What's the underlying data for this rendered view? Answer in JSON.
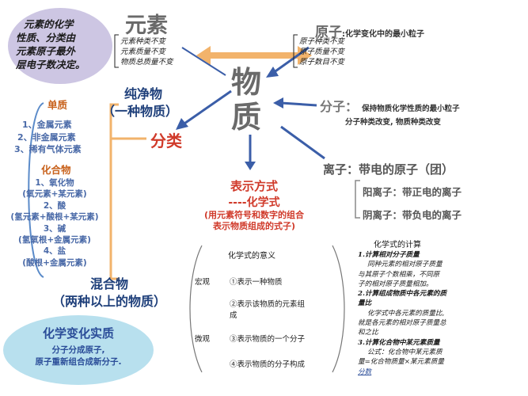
{
  "top_left_note": {
    "lines": [
      "元素的化学",
      "性质、分类由",
      "元素原子最外",
      "层电子数决定。"
    ]
  },
  "element": {
    "title": "元素",
    "facts": [
      "元素种类不变",
      "元素质量不变",
      "物质总质量不变"
    ]
  },
  "atom": {
    "title": "原子",
    "desc": ":化学变化中的最小粒子",
    "facts": [
      "原子种类不变",
      "原子质量不变",
      "原子数目不变"
    ]
  },
  "matter": {
    "line1": "物",
    "line2": "质"
  },
  "molecule": {
    "title": "分子：",
    "desc": "保持物质化学性质的最小粒子",
    "note": "分子种类改变, 物质种类改变"
  },
  "ion": {
    "title": "离子：带电的原子（团）",
    "cation": "阳离子：带正电的离子",
    "anion": "阴离子：带负电的离子"
  },
  "pure": {
    "line1": "纯净物",
    "line2": "（一种物质）"
  },
  "classify": "分类",
  "elemental": {
    "title": "单质",
    "items": [
      "1、金属元素",
      "2、非金属元素",
      "3、稀有气体元素"
    ]
  },
  "compound": {
    "title": "化合物",
    "items": [
      "1、氧化物",
      "(氧元素+某元素)",
      "2、酸",
      "(氢元素+酸根+某元素)",
      "3、碱",
      "(氢氧根+金属元素)",
      "4、盐",
      "(酸根+金属元素)"
    ]
  },
  "mixture": {
    "line1": "混合物",
    "line2": "（两种以上的物质）"
  },
  "chem_change": {
    "title": "化学变化实质",
    "line1": "分子分成原子,",
    "line2": "原子重新组合成新分子."
  },
  "expression": {
    "title": "表示方式",
    "sub": "----化学式",
    "paren1": "(用元素符号和数字的组合",
    "paren2": "表示物质组成的式子)"
  },
  "formula_meaning": {
    "title": "化学式的意义",
    "macro": "宏观",
    "micro": "微观",
    "items": [
      "①表示一种物质",
      "②表示该物质的元素组",
      "成",
      "③表示物质的一个分子",
      "④表示物质的分子构成"
    ]
  },
  "calc": {
    "title": "化学式的计算",
    "h1": "1.计算相对分子质量",
    "t1": [
      "同种元素的相对原子质量",
      "与其原子个数相乘，不同原",
      "子的相对原子质量相加。"
    ],
    "h2": "2.计算组成物质中各元素的质",
    "h2b": "量比",
    "t2": [
      "化学式中各元素的质量比,",
      "就是各元素的相对原子质量总",
      "和之比"
    ],
    "h3": "3.计算化合物中某元素质量",
    "t3": [
      "公式：化合物中某元素质",
      "量=化合物质量×某元素质量",
      "分数"
    ]
  }
}
